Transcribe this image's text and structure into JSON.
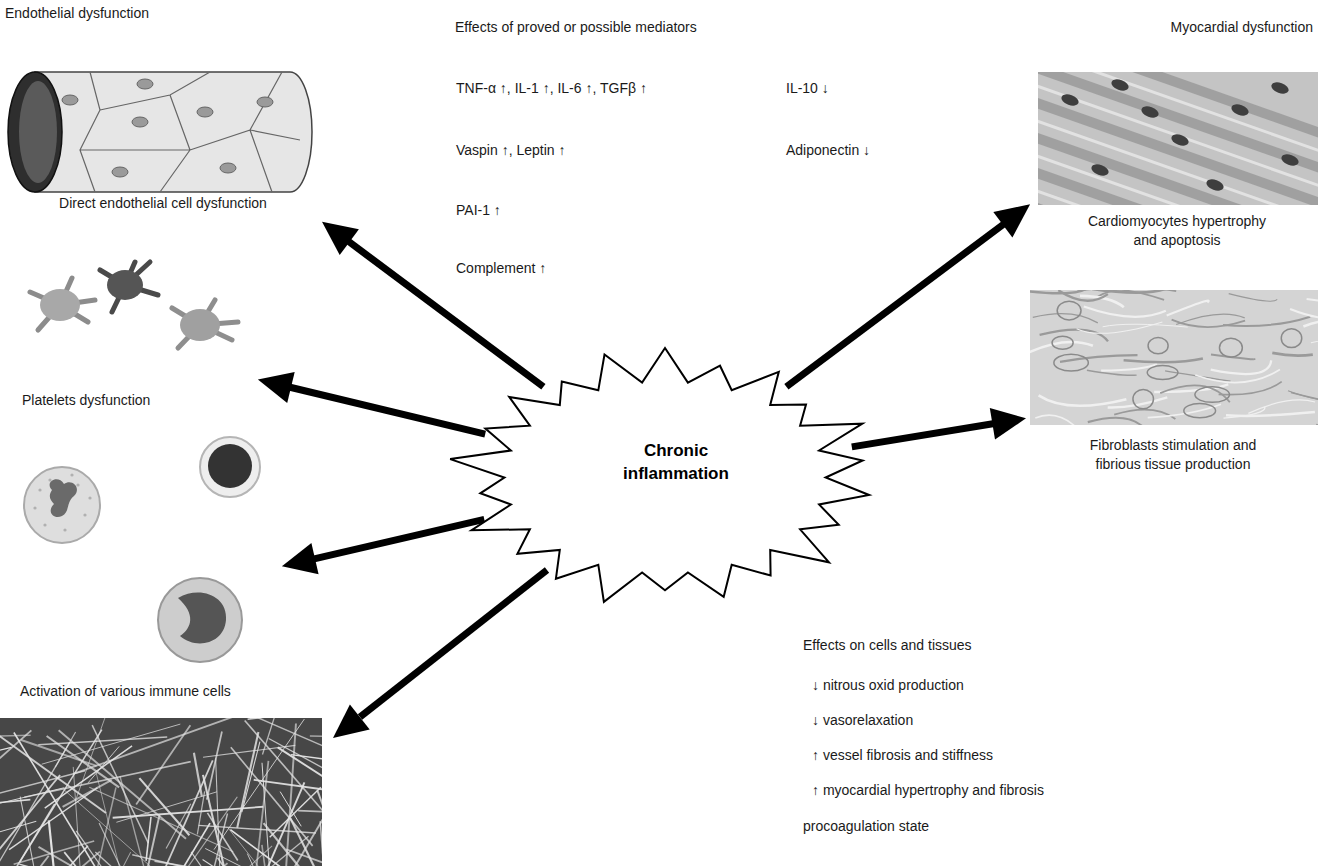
{
  "diagram": {
    "nodes": [
      {
        "text": [
          "Direct endothelial cell dysfunction"
        ]
      },
      {
        "text": [
          "Platelets dysfunction"
        ]
      },
      {
        "text": [
          "Activation of various immune cells"
        ]
      },
      {
        "text": [
          "Chronic inflammation"
        ]
      },
      {
        "text": [
          "Cardiomyocytes hypertrophy and apoptosis"
        ]
      },
      {
        "text": [
          "Fibroblasts stimulation and fibrious tissue production"
        ]
      }
    ],
    "edges": [
      {
        "from": 3,
        "to": 0,
        "arrow": "to"
      },
      {
        "from": 3,
        "to": 1,
        "arrow": "to"
      },
      {
        "from": 3,
        "to": 2,
        "arrow": "to"
      },
      {
        "from": 3,
        "to": 4,
        "arrow": "to"
      },
      {
        "from": 3,
        "to": 5,
        "arrow": "to"
      }
    ],
    "labels": [
      "Endothelial dysfunction",
      "Effects of proved or possible mediators",
      "Myocardial dysfunction",
      "TNF-α ↑, IL-1 ↑, IL-6 ↑, TGFβ ↑",
      "IL-10 ↓",
      "Vaspin ↑, Leptin ↑",
      "Adiponectin ↓",
      "PAI-1 ↑",
      "Complement ↑",
      "Effects on cells and tissues",
      "↓ nitrous oxid production",
      "↓ vasorelaxation",
      "↑ vessel fibrosis and stiffness",
      "↑ myocardial hypertrophy and fibrosis",
      "procoagulation state"
    ]
  }
}
